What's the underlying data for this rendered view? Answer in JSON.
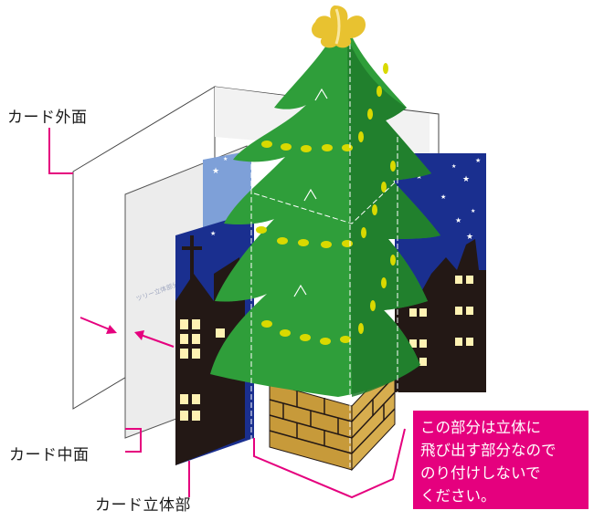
{
  "labels": {
    "outer_face": "カード外面",
    "middle_face": "カード中面",
    "popup_part": "カード立体部"
  },
  "note": {
    "lines": [
      "この部分は立体に",
      "飛び出す部分なので",
      "のり付けしないで",
      "ください。"
    ]
  },
  "card_text": "ツリー立体部分",
  "colors": {
    "accent": "#e5007e",
    "night_sky": "#1a2f8f",
    "tree_green": "#2f9e3a",
    "tree_dark": "#1f7a2c",
    "garland": "#d9d900",
    "star": "#e8c230",
    "building": "#231815",
    "window": "#fff2b3",
    "brick": "#c79a3a"
  }
}
